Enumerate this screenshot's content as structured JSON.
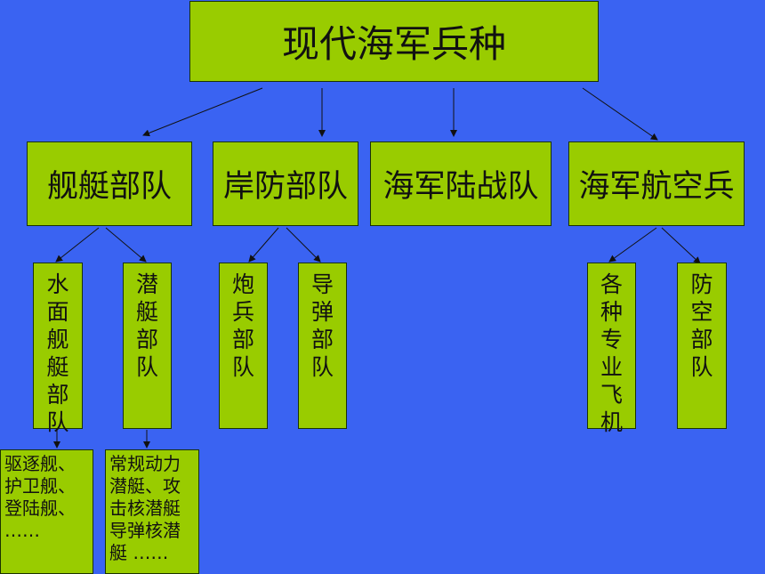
{
  "title": "现代海军兵种",
  "branches": [
    {
      "label": "舰艇部队"
    },
    {
      "label": "岸防部队"
    },
    {
      "label": "海军陆战队"
    },
    {
      "label": "海军航空兵"
    }
  ],
  "sub_units": [
    {
      "label": "水面舰艇部队"
    },
    {
      "label": "潜艇部队"
    },
    {
      "label": "炮兵部队"
    },
    {
      "label": "导弹部队"
    },
    {
      "label": "各种专业飞机"
    },
    {
      "label": "防空部队"
    }
  ],
  "details": [
    {
      "text": "驱逐舰、\n护卫舰、\n登陆舰、\n  ……"
    },
    {
      "text": "常规动力\n潜艇、攻\n击核潜艇\n导弹核潜\n 艇 ……"
    }
  ],
  "colors": {
    "background": "#3a63f2",
    "box_fill": "#99cc00",
    "box_border": "#1a3300",
    "arrow": "#111111"
  }
}
